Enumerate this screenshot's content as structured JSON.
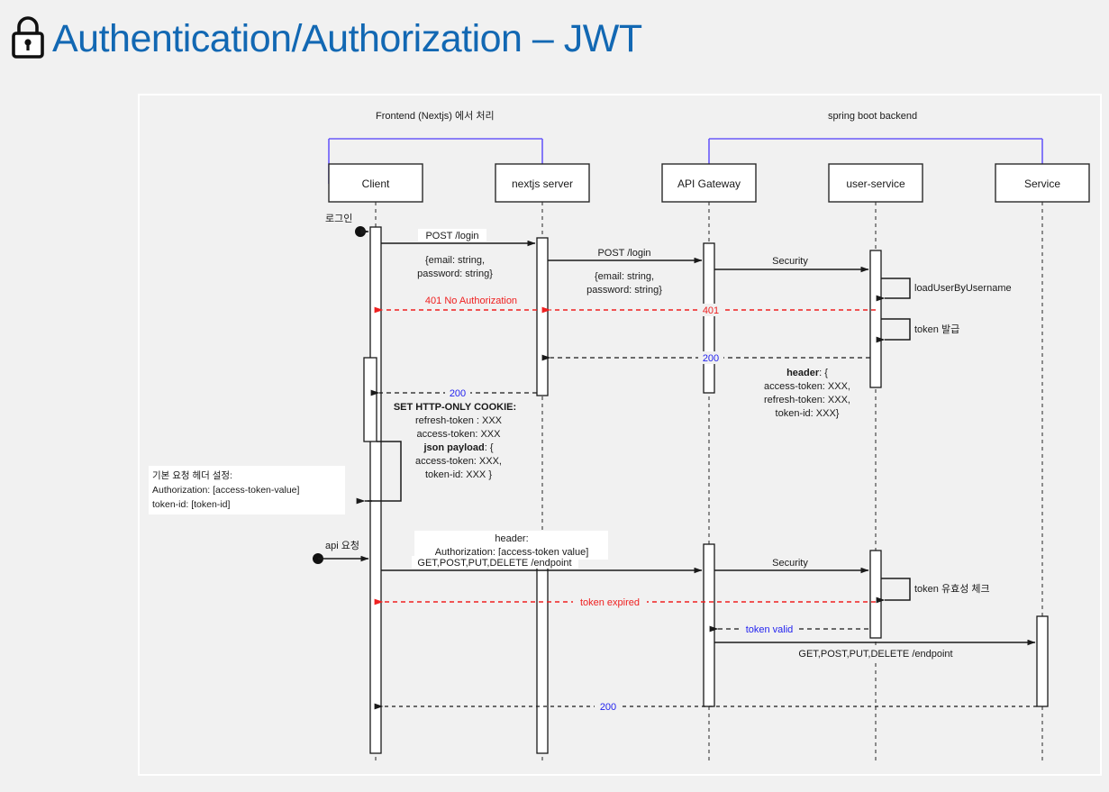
{
  "page": {
    "title": "Authentication/Authorization – JWT",
    "title_color": "#1268b3",
    "background": "#f1f1f1",
    "lock_icon": "lock-icon"
  },
  "diagram": {
    "type": "sequence-diagram",
    "groups": [
      {
        "label": "Frontend (Nextjs) 에서 처리",
        "color": "#6a5af9",
        "from": "Client",
        "to": "nextjs server"
      },
      {
        "label": "spring boot backend",
        "color": "#6a5af9",
        "from": "API Gateway",
        "to": "Service"
      }
    ],
    "participants": [
      {
        "name": "Client"
      },
      {
        "name": "nextjs server"
      },
      {
        "name": "API Gateway"
      },
      {
        "name": "user-service"
      },
      {
        "name": "Service"
      }
    ],
    "actor_labels": [
      {
        "text": "로그인"
      },
      {
        "text": "api 요청"
      }
    ],
    "messages": [
      {
        "id": "m1",
        "text": "POST /login",
        "from": "Client",
        "to": "nextjs server",
        "kind": "call",
        "color": "#1a1a1a"
      },
      {
        "id": "m1b",
        "text": "{email: string,",
        "kind": "note",
        "color": "#1a1a1a"
      },
      {
        "id": "m1c",
        "text": "password: string}",
        "kind": "note",
        "color": "#1a1a1a"
      },
      {
        "id": "m2",
        "text": "POST /login",
        "from": "nextjs server",
        "to": "API Gateway",
        "kind": "call",
        "color": "#1a1a1a"
      },
      {
        "id": "m2b",
        "text": "{email: string,",
        "kind": "note",
        "color": "#1a1a1a"
      },
      {
        "id": "m2c",
        "text": "password: string}",
        "kind": "note",
        "color": "#1a1a1a"
      },
      {
        "id": "m3",
        "text": "Security",
        "from": "API Gateway",
        "to": "user-service",
        "kind": "call",
        "color": "#1a1a1a"
      },
      {
        "id": "m4",
        "text": "loadUserByUsername",
        "from": "user-service",
        "to": "user-service",
        "kind": "self",
        "color": "#1a1a1a"
      },
      {
        "id": "m5",
        "text": "401 No Authorization",
        "from": "nextjs server",
        "to": "Client",
        "kind": "return-error",
        "color": "#ef2020"
      },
      {
        "id": "m6",
        "text": "401",
        "from": "user-service",
        "to": "nextjs server",
        "kind": "return-error",
        "color": "#ef2020"
      },
      {
        "id": "m7",
        "text": "token 발급",
        "from": "user-service",
        "to": "user-service",
        "kind": "self",
        "color": "#1a1a1a"
      },
      {
        "id": "m8",
        "text": "200",
        "from": "user-service",
        "to": "nextjs server",
        "kind": "return",
        "color": "#2323ef"
      },
      {
        "id": "m9",
        "text": "200",
        "from": "nextjs server",
        "to": "Client",
        "kind": "return",
        "color": "#2323ef"
      },
      {
        "id": "m10",
        "text": "Authorization: [access-token value]",
        "from": "Client",
        "to": "nextjs server",
        "kind": "call",
        "color": "#1a1a1a"
      },
      {
        "id": "m11",
        "text": "GET,POST,PUT,DELETE /endpoint",
        "from": "nextjs server",
        "to": "API Gateway",
        "kind": "call",
        "color": "#1a1a1a"
      },
      {
        "id": "m12",
        "text": "Security",
        "from": "API Gateway",
        "to": "user-service",
        "kind": "call",
        "color": "#1a1a1a"
      },
      {
        "id": "m13",
        "text": "token 유효성 체크",
        "from": "user-service",
        "to": "user-service",
        "kind": "self",
        "color": "#1a1a1a"
      },
      {
        "id": "m14",
        "text": "token expired",
        "from": "API Gateway",
        "to": "Client",
        "kind": "return-error",
        "color": "#ef2020"
      },
      {
        "id": "m15",
        "text": "token valid",
        "from": "user-service",
        "to": "API Gateway",
        "kind": "return",
        "color": "#2323ef"
      },
      {
        "id": "m16",
        "text": "GET,POST,PUT,DELETE /endpoint",
        "from": "API Gateway",
        "to": "Service",
        "kind": "call",
        "color": "#1a1a1a"
      },
      {
        "id": "m17",
        "text": "200",
        "from": "Service",
        "to": "Client",
        "kind": "return",
        "color": "#2323ef"
      }
    ],
    "notes": {
      "header_block": {
        "lines": [
          {
            "text": "header",
            "bold": true,
            "suffix": ": {"
          },
          {
            "text": "access-token: XXX,"
          },
          {
            "text": "refresh-token: XXX,"
          },
          {
            "text": "token-id: XXX}"
          }
        ]
      },
      "cookie_block": {
        "lines": [
          {
            "text": "SET HTTP-ONLY COOKIE:",
            "bold": true
          },
          {
            "text": "refresh-token : XXX"
          },
          {
            "text": "access-token: XXX"
          },
          {
            "text": "json payload",
            "bold": true,
            "suffix": ": {"
          },
          {
            "text": "access-token: XXX,"
          },
          {
            "text": "token-id: XXX }"
          }
        ]
      },
      "default_header_note": {
        "lines": [
          "기본 요청 헤더 설정:",
          "Authorization:  [access-token-value]",
          "token-id: [token-id]"
        ]
      },
      "api_header_note": {
        "lines": [
          "header:",
          "Authorization: [access-token value]"
        ]
      }
    }
  }
}
